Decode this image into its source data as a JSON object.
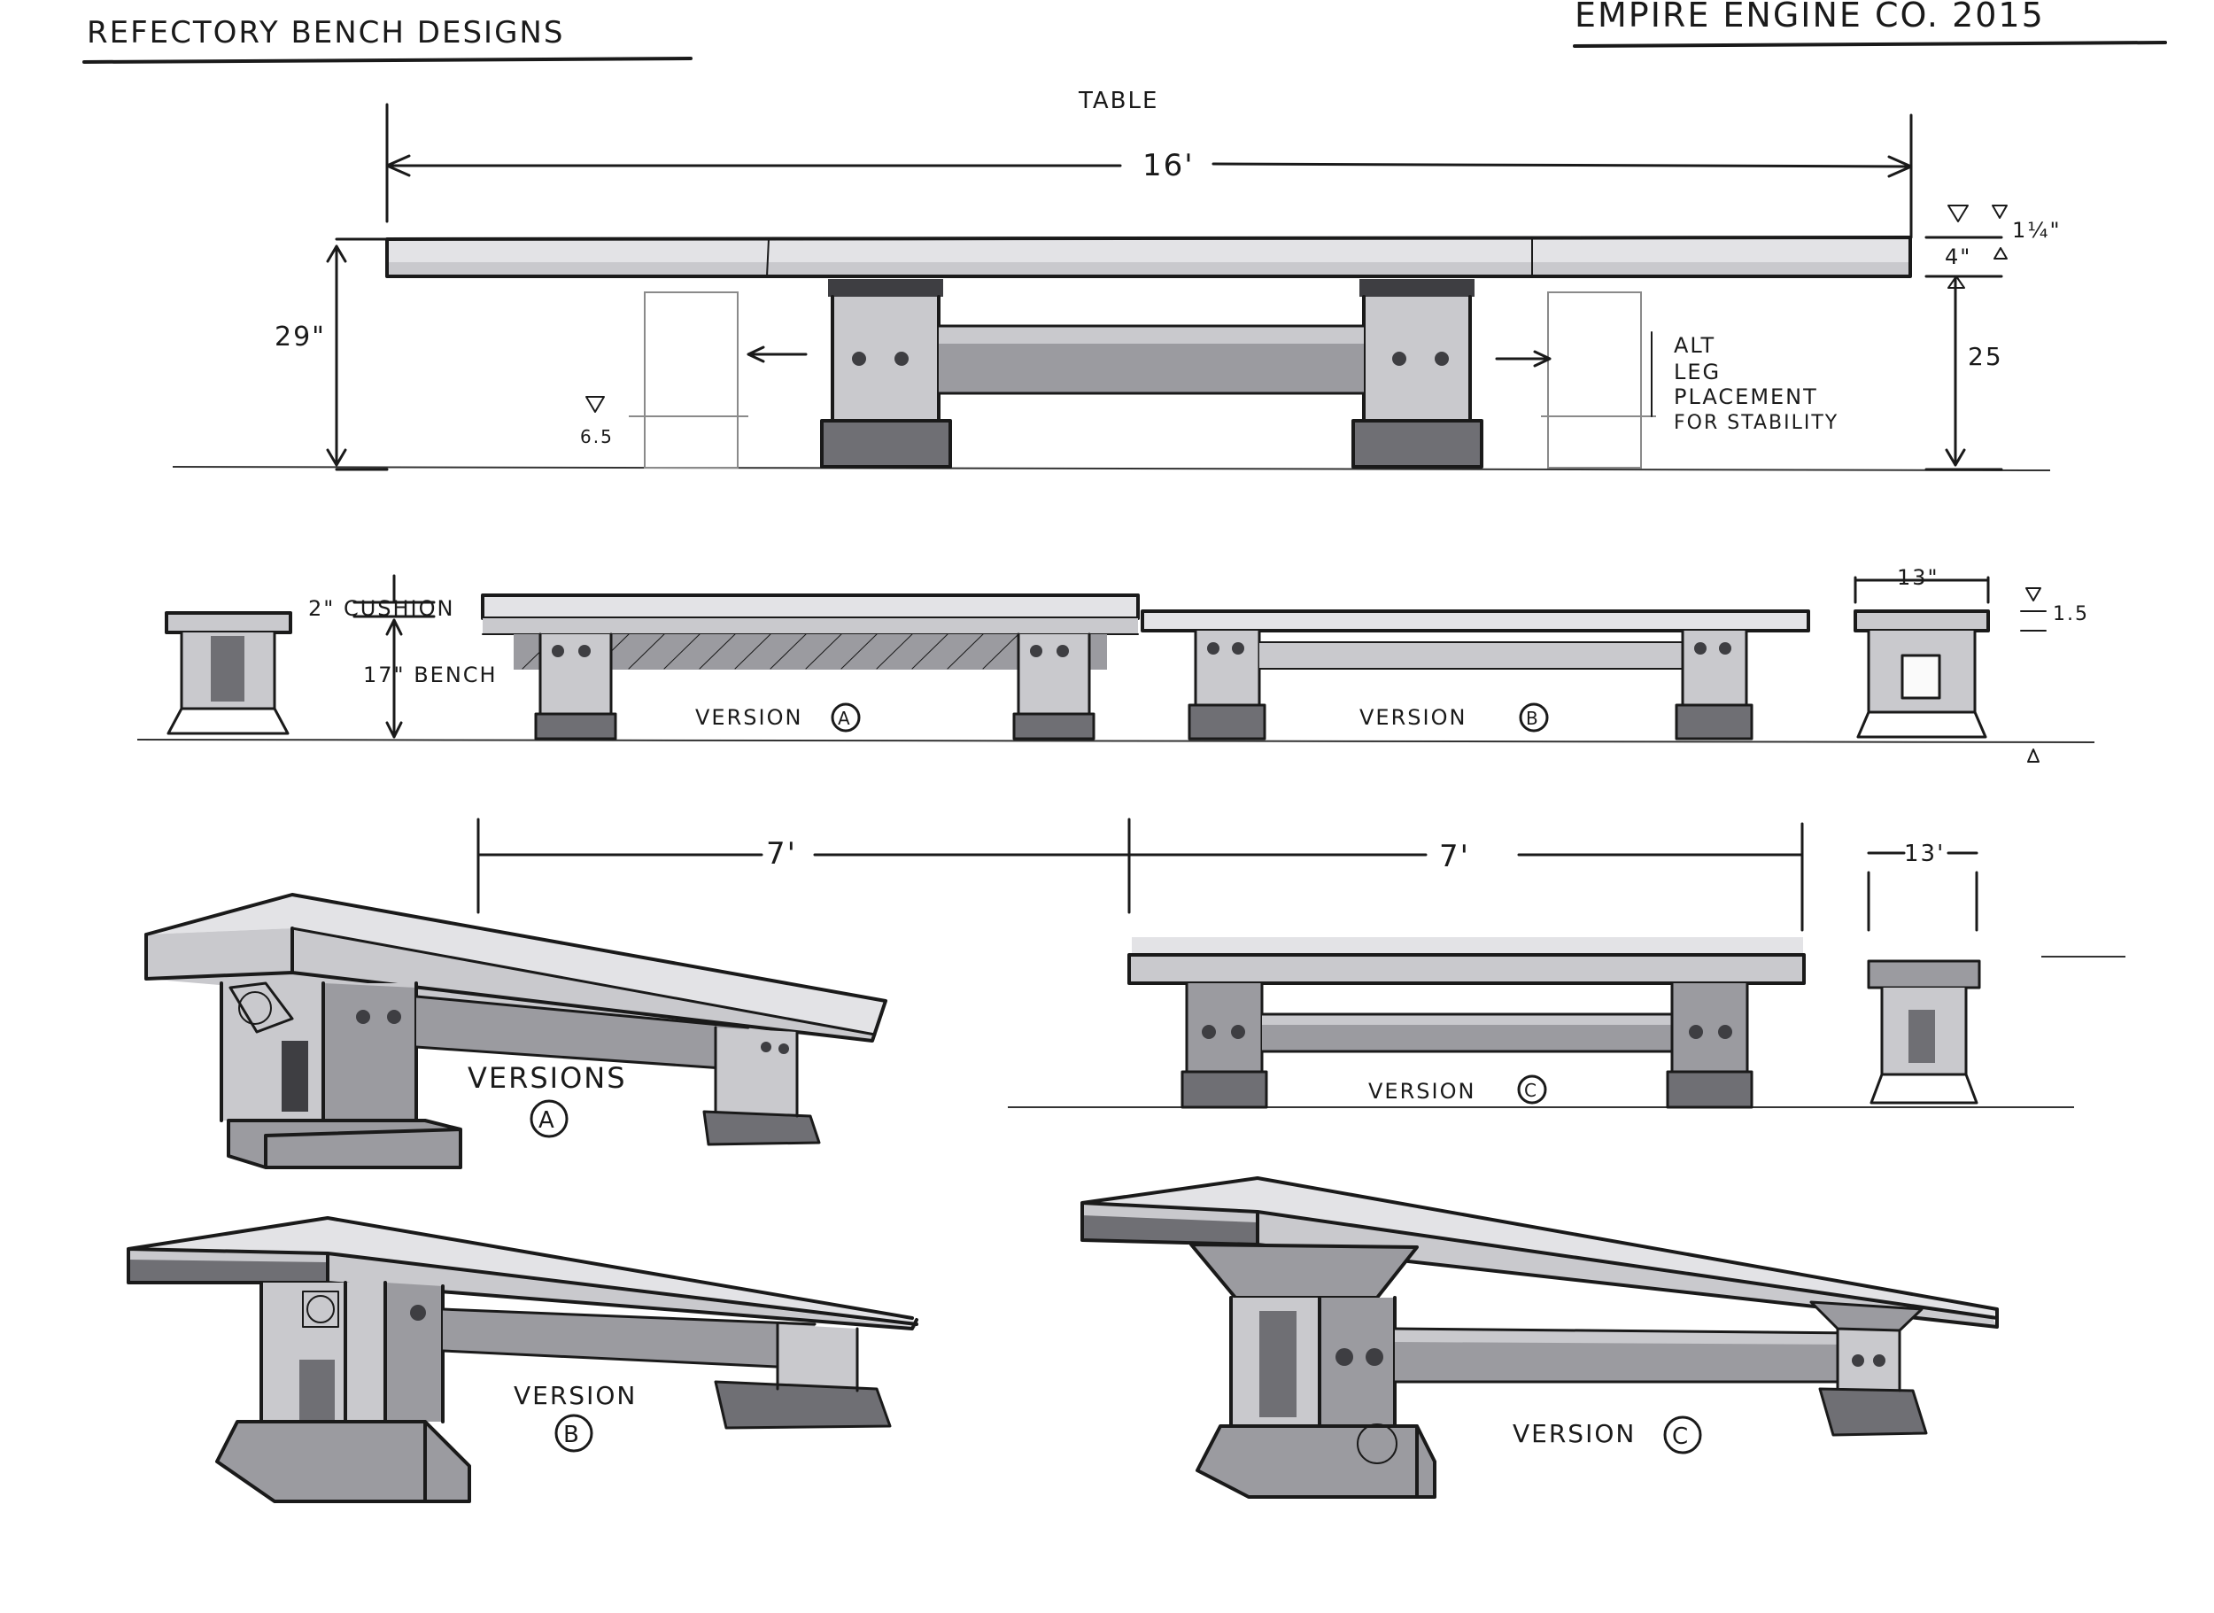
{
  "sheet": {
    "title": "REFECTORY BENCH DESIGNS",
    "company": "EMPIRE ENGINE CO. 2015"
  },
  "table_view": {
    "label": "TABLE",
    "length": "16'",
    "height_total": "29\"",
    "top_thickness": "4\"",
    "top_note": "1¼\"",
    "leg_height": "25",
    "foot_height": "6.5",
    "alt_note_lines": [
      "ALT",
      "LEG",
      "PLACEMENT",
      "FOR STABILITY"
    ]
  },
  "bench_elevation": {
    "cushion": "2\" CUSHION",
    "bench_height": "17\" BENCH",
    "version_a": "VERSION",
    "version_a_mark": "A",
    "version_b": "VERSION",
    "version_b_mark": "B",
    "end_width": "13\"",
    "end_offset": "1.5",
    "length_a": "7'",
    "length_b": "7'",
    "end_width_c": "13'"
  },
  "version_c_elevation": {
    "label": "VERSION",
    "mark": "C"
  },
  "perspectives": {
    "a_label": "VERSIONS",
    "a_mark": "A",
    "b_label": "VERSION",
    "b_mark": "B",
    "c_label": "VERSION",
    "c_mark": "C"
  }
}
